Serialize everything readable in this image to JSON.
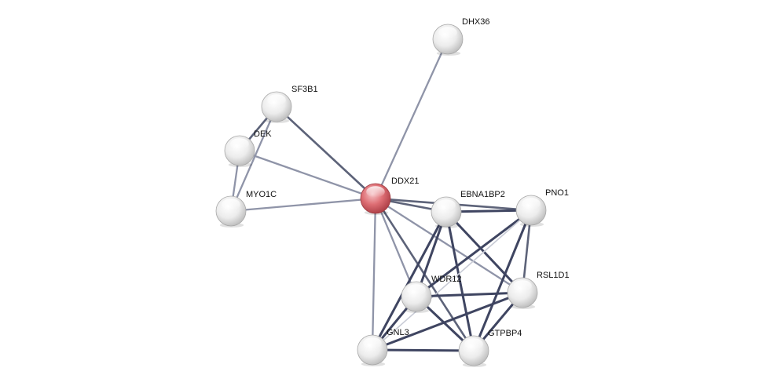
{
  "colors": {
    "background": "#ffffff",
    "edge_strong": "#3f4561",
    "edge_medium": "#5d6379",
    "edge_light": "#8f94a8",
    "edge_faint": "#c9ccd6",
    "node_default": "#d8d8d8",
    "node_query": "#d9575f"
  },
  "nodes": [
    {
      "id": "DDX21",
      "label": "DDX21",
      "query": true
    },
    {
      "id": "DHX36",
      "label": "DHX36"
    },
    {
      "id": "SF3B1",
      "label": "SF3B1"
    },
    {
      "id": "DEK",
      "label": "DEK"
    },
    {
      "id": "MYO1C",
      "label": "MYO1C"
    },
    {
      "id": "EBNA1BP2",
      "label": "EBNA1BP2"
    },
    {
      "id": "PNO1",
      "label": "PNO1"
    },
    {
      "id": "RSL1D1",
      "label": "RSL1D1"
    },
    {
      "id": "WDR12",
      "label": "WDR12"
    },
    {
      "id": "GNL3",
      "label": "GNL3"
    },
    {
      "id": "GTPBP4",
      "label": "GTPBP4"
    }
  ],
  "edges": [
    {
      "source": "DDX21",
      "target": "DHX36",
      "strength": "light"
    },
    {
      "source": "DDX21",
      "target": "SF3B1",
      "strength": "medium"
    },
    {
      "source": "DDX21",
      "target": "DEK",
      "strength": "light"
    },
    {
      "source": "DDX21",
      "target": "MYO1C",
      "strength": "light"
    },
    {
      "source": "DDX21",
      "target": "EBNA1BP2",
      "strength": "medium"
    },
    {
      "source": "DDX21",
      "target": "PNO1",
      "strength": "medium"
    },
    {
      "source": "DDX21",
      "target": "RSL1D1",
      "strength": "light"
    },
    {
      "source": "DDX21",
      "target": "WDR12",
      "strength": "light"
    },
    {
      "source": "DDX21",
      "target": "GNL3",
      "strength": "light"
    },
    {
      "source": "DDX21",
      "target": "GTPBP4",
      "strength": "medium"
    },
    {
      "source": "SF3B1",
      "target": "DEK",
      "strength": "medium"
    },
    {
      "source": "SF3B1",
      "target": "MYO1C",
      "strength": "light"
    },
    {
      "source": "DEK",
      "target": "MYO1C",
      "strength": "light"
    },
    {
      "source": "EBNA1BP2",
      "target": "PNO1",
      "strength": "strong"
    },
    {
      "source": "EBNA1BP2",
      "target": "RSL1D1",
      "strength": "strong"
    },
    {
      "source": "EBNA1BP2",
      "target": "WDR12",
      "strength": "strong"
    },
    {
      "source": "EBNA1BP2",
      "target": "GNL3",
      "strength": "strong"
    },
    {
      "source": "EBNA1BP2",
      "target": "GTPBP4",
      "strength": "strong"
    },
    {
      "source": "PNO1",
      "target": "RSL1D1",
      "strength": "medium"
    },
    {
      "source": "PNO1",
      "target": "WDR12",
      "strength": "strong"
    },
    {
      "source": "PNO1",
      "target": "GNL3",
      "strength": "faint"
    },
    {
      "source": "PNO1",
      "target": "GTPBP4",
      "strength": "strong"
    },
    {
      "source": "RSL1D1",
      "target": "WDR12",
      "strength": "strong"
    },
    {
      "source": "RSL1D1",
      "target": "GNL3",
      "strength": "strong"
    },
    {
      "source": "RSL1D1",
      "target": "GTPBP4",
      "strength": "strong"
    },
    {
      "source": "WDR12",
      "target": "GNL3",
      "strength": "strong"
    },
    {
      "source": "WDR12",
      "target": "GTPBP4",
      "strength": "strong"
    },
    {
      "source": "GNL3",
      "target": "GTPBP4",
      "strength": "strong"
    }
  ]
}
